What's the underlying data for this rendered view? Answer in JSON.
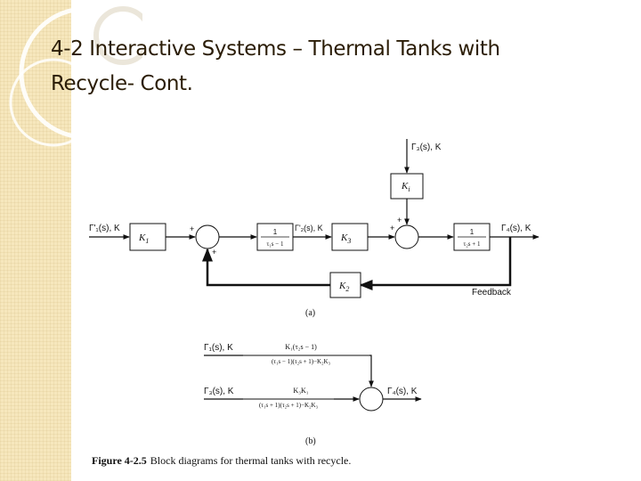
{
  "slide": {
    "title_line1": "4-2 Interactive Systems – Thermal Tanks with",
    "title_line2": "Recycle- Cont.",
    "accent_color": "#f6e7bd"
  },
  "diagram_a": {
    "input_label": "Γ'₁(s), K",
    "k1": "K",
    "k1_sub": "1",
    "tf1_num": "1",
    "tf1_den": "τ₁s − 1",
    "mid_label": "Γ'₂(s), K",
    "k3": "K",
    "k3_sub": "3",
    "disturbance_label": "Γ₃(s), K",
    "ki": "K",
    "ki_sub": "i",
    "tf2_num": "1",
    "tf2_den": "τ₂s + 1",
    "output_label": "Γ₄(s), K",
    "k2": "K",
    "k2_sub": "2",
    "feedback_label": "Feedback",
    "sign_plus": "+",
    "part_label": "(a)"
  },
  "diagram_b": {
    "input1_label": "Γ₁(s), K",
    "tf1_num": "K₁(τ₂s − 1)",
    "tf1_den": "(τ₁s − 1)(τ₂s + 1)−K₂K₃",
    "input2_label": "Γ₃(s), K",
    "tf2_num": "K₃K₁",
    "tf2_den": "(τ₁s + 1)(τ₂s + 1)−K₂K₃",
    "output_label": "Γ₄(s), K",
    "part_label": "(b)"
  },
  "caption": {
    "label": "Figure 4-2.5",
    "text": "Block diagrams for thermal tanks with recycle."
  }
}
